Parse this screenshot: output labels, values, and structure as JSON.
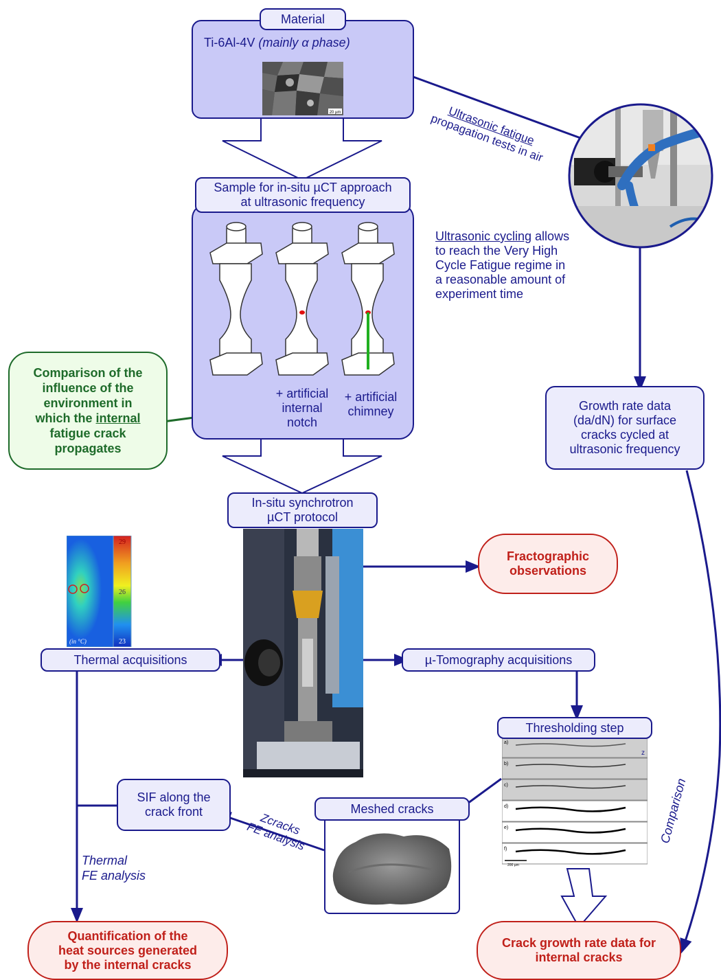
{
  "material": {
    "header": "Material",
    "alloy": "Ti-6Al-4V",
    "phase": "(mainly α phase)",
    "scale_bar": "20 µm"
  },
  "ultrasonic_tests": {
    "line1": "Ultrasonic fatigue",
    "line2": "propagation tests in air"
  },
  "sample": {
    "header_line1": "Sample for in-situ µCT approach",
    "header_line2": "at ultrasonic frequency",
    "notch_label": [
      "+ artificial",
      "internal",
      "notch"
    ],
    "chimney_label": [
      "+ artificial",
      "chimney"
    ]
  },
  "cycling_note": {
    "underlined": "Ultrasonic cycling",
    "rest1": " allows",
    "line2": "to reach the Very High",
    "line3": "Cycle Fatigue regime in",
    "line4": "a reasonable amount of",
    "line5": "experiment time"
  },
  "comparison_env": {
    "line1": "Comparison of the",
    "line2": "influence of the",
    "line3": "environment in",
    "line4_pre": "which the ",
    "line4_under": "internal",
    "line5": "fatigue crack",
    "line6": "propagates"
  },
  "growth_rate": {
    "line1": "Growth rate data",
    "line2": "(da/dN) for surface",
    "line3": "cracks cycled at",
    "line4": "ultrasonic frequency"
  },
  "insitu": {
    "line1": "In-situ synchrotron",
    "line2": "µCT protocol"
  },
  "fractographic": {
    "line1": "Fractographic",
    "line2": "observations"
  },
  "thermal_map": {
    "scale_max": "29",
    "scale_mid": "26",
    "scale_min": "23",
    "unit": "(in °C)"
  },
  "thermal_acq": "Thermal acquisitions",
  "tomo_acq": "µ-Tomography acquisitions",
  "thresholding": {
    "header": "Thresholding step",
    "panels": [
      "a)",
      "b)",
      "c)",
      "d)",
      "e)",
      "f)"
    ],
    "axis": "z",
    "scale_bar": "200 µm"
  },
  "meshed": "Meshed cracks",
  "sif": {
    "line1": "SIF along the",
    "line2": "crack front"
  },
  "zcracks": {
    "line1": "Zcracks",
    "line2": "FE analysis"
  },
  "thermal_fe": {
    "line1": "Thermal",
    "line2": "FE analysis"
  },
  "quantification": {
    "line1": "Quantification of the",
    "line2": "heat sources generated",
    "line3": "by the internal cracks"
  },
  "crack_growth": {
    "line1": "Crack growth rate data for",
    "line2": "internal cracks"
  },
  "comparison_label": "Comparison",
  "colors": {
    "navy": "#1a1a8c",
    "lavender": "#c9c9f7",
    "pale_lavender": "#ececfc",
    "red": "#c0201a",
    "green": "#1e6b2a"
  }
}
